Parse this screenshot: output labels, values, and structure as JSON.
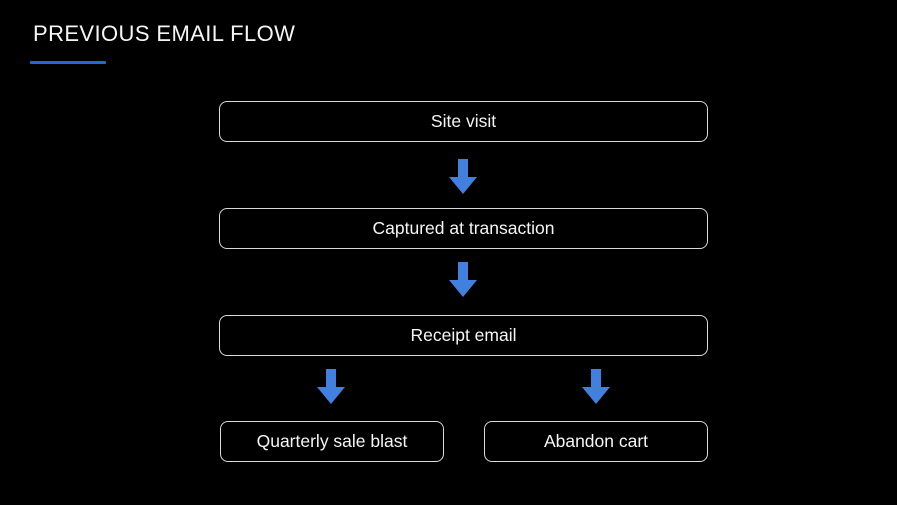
{
  "slide": {
    "title": "PREVIOUS EMAIL FLOW"
  },
  "colors": {
    "background": "#000000",
    "text": "#f5f5f5",
    "node_border": "#d9d9d9",
    "arrow": "#4280e0",
    "title_underline": "#2368d9"
  },
  "flow": {
    "nodes": [
      {
        "id": "site-visit",
        "label": "Site visit"
      },
      {
        "id": "captured-at-transaction",
        "label": "Captured at transaction"
      },
      {
        "id": "receipt-email",
        "label": "Receipt email"
      },
      {
        "id": "quarterly-sale-blast",
        "label": "Quarterly sale blast"
      },
      {
        "id": "abandon-cart",
        "label": "Abandon cart"
      }
    ],
    "edges": [
      {
        "from": "site-visit",
        "to": "captured-at-transaction"
      },
      {
        "from": "captured-at-transaction",
        "to": "receipt-email"
      },
      {
        "from": "receipt-email",
        "to": "quarterly-sale-blast"
      },
      {
        "from": "receipt-email",
        "to": "abandon-cart"
      }
    ]
  }
}
